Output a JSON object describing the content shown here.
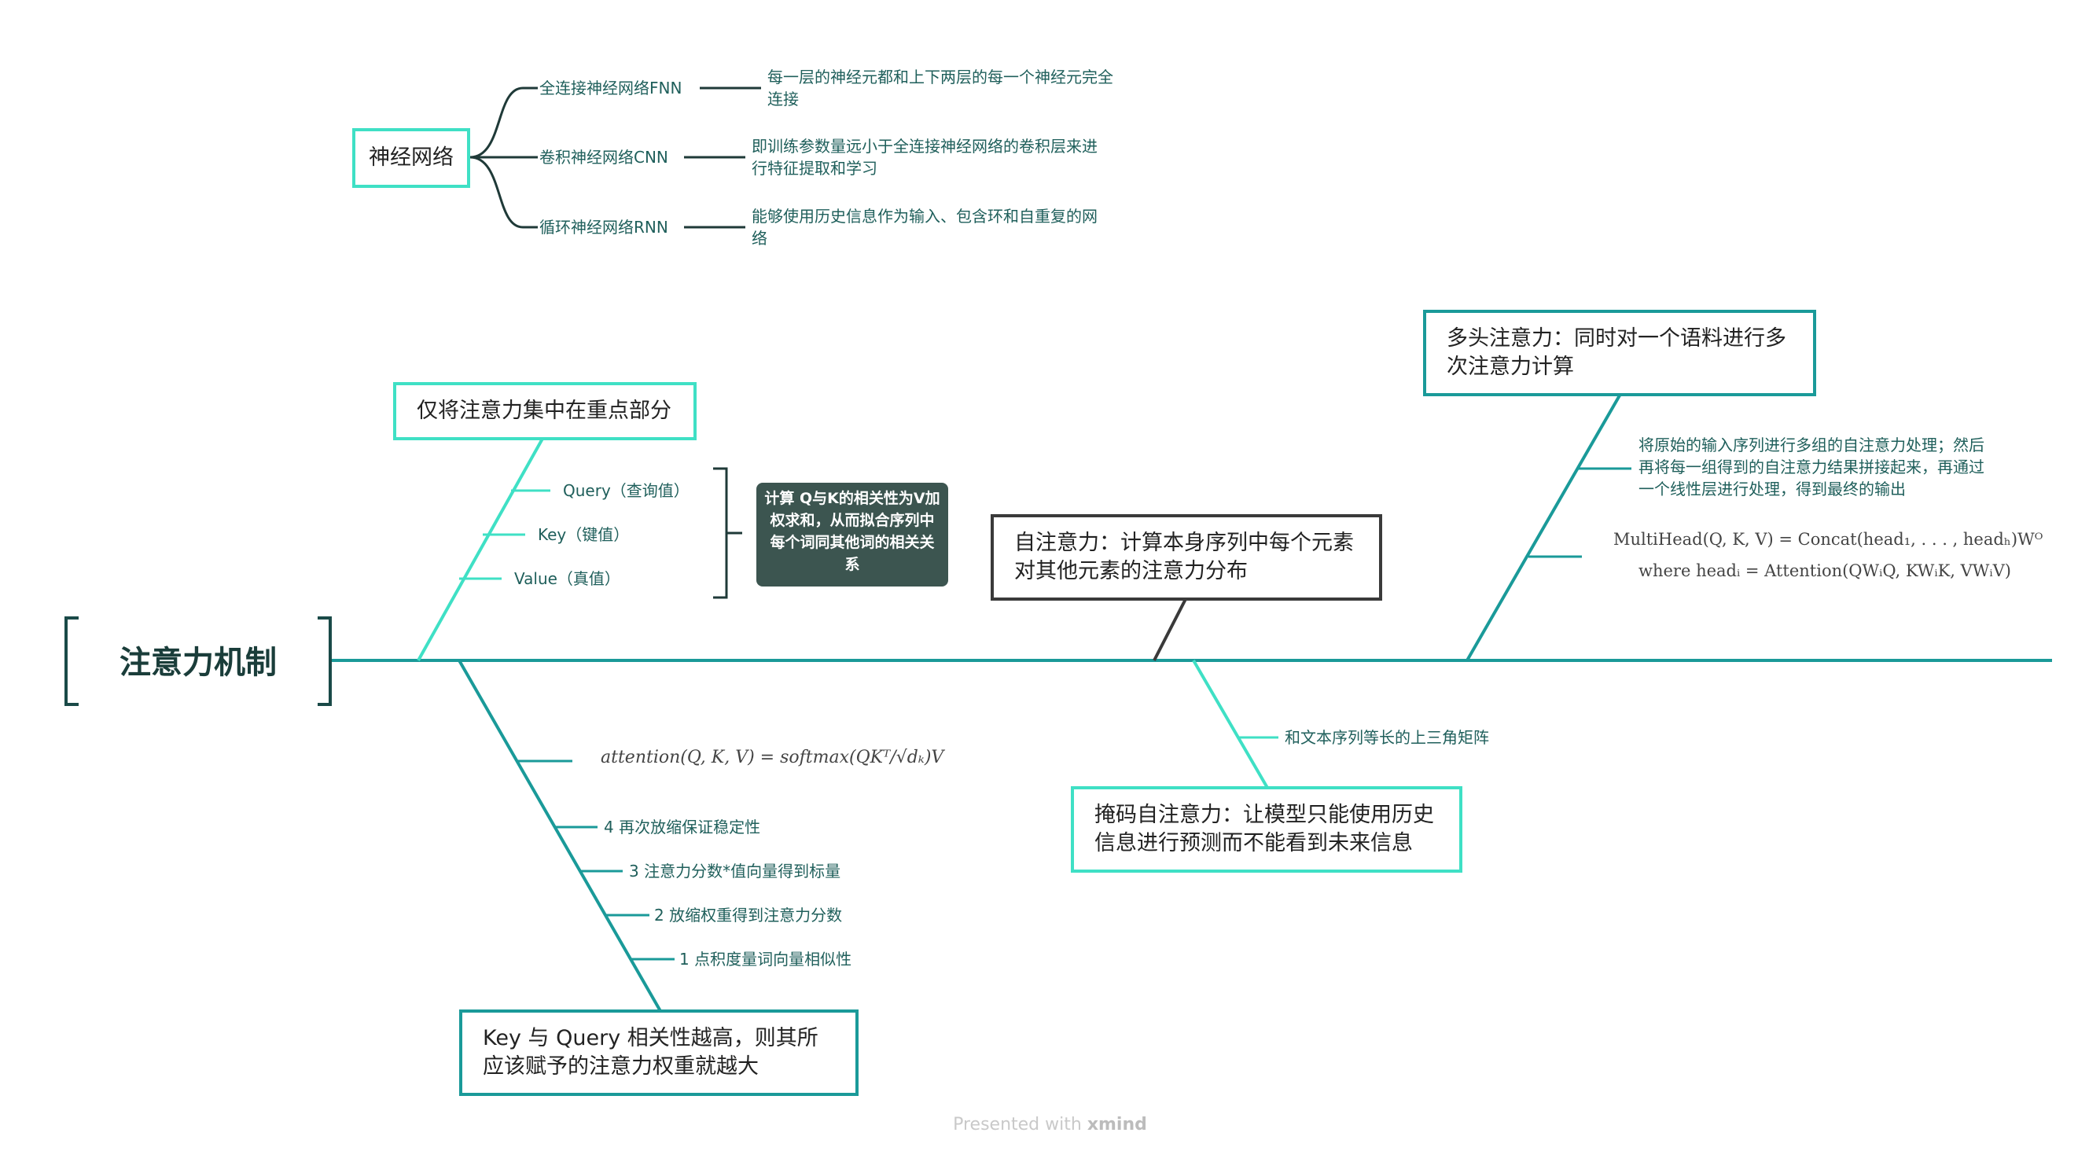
{
  "central_topic": "注意力机制",
  "nn": {
    "title": "神经网络",
    "branches": [
      {
        "name": "全连接神经网络FNN",
        "desc": "每一层的神经元都和上下两层的每一个神经元完全连接"
      },
      {
        "name": "卷积神经网络CNN",
        "desc": "即训练参数量远小于全连接神经网络的卷积层来进行特征提取和学习"
      },
      {
        "name": "循环神经网络RNN",
        "desc": "能够使用历史信息作为输入、包含环和自重复的网络"
      }
    ]
  },
  "focus": {
    "title": "仅将注意力集中在重点部分",
    "items": [
      "Query（查询值）",
      "Key（键值）",
      "Value（真值）"
    ],
    "note": "计算 Q与K的相关性为V加权求和，从而拟合序列中每个词同其他词的相关关系"
  },
  "self_attn": {
    "title": "自注意力：计算本身序列中每个元素对其他元素的注意力分布"
  },
  "multi_head": {
    "title": "多头注意力：同时对一个语料进行多次注意力计算",
    "desc": "将原始的输入序列进行多组的自注意力处理；然后再将每一组得到的自注意力结果拼接起来，再通过一个线性层进行处理，得到最终的输出",
    "formula_line1": "MultiHead(Q, K, V) = Concat(head₁, . . . , headₕ)Wᴼ",
    "formula_line2": "where headᵢ = Attention(QWᵢQ, KWᵢK, VWᵢV)"
  },
  "kq": {
    "title": "Key 与 Query 相关性越高，则其所应该赋予的注意力权重就越大",
    "formula": "attention(Q, K, V) = softmax(QKᵀ/√dₖ)V",
    "steps": [
      "4 再次放缩保证稳定性",
      "3 注意力分数*值向量得到标量",
      "2 放缩权重得到注意力分数",
      "1 点积度量词向量相似性"
    ]
  },
  "mask": {
    "title": "掩码自注意力：让模型只能使用历史信息进行预测而不能看到未来信息",
    "desc": "和文本序列等长的上三角矩阵"
  },
  "footer": {
    "prefix": "Presented with",
    "brand": "xmind"
  },
  "colors": {
    "cyan": "#3fe0c5",
    "teal": "#1a9a99",
    "dark": "#3a3a3a",
    "spine": "#1a9a99"
  }
}
